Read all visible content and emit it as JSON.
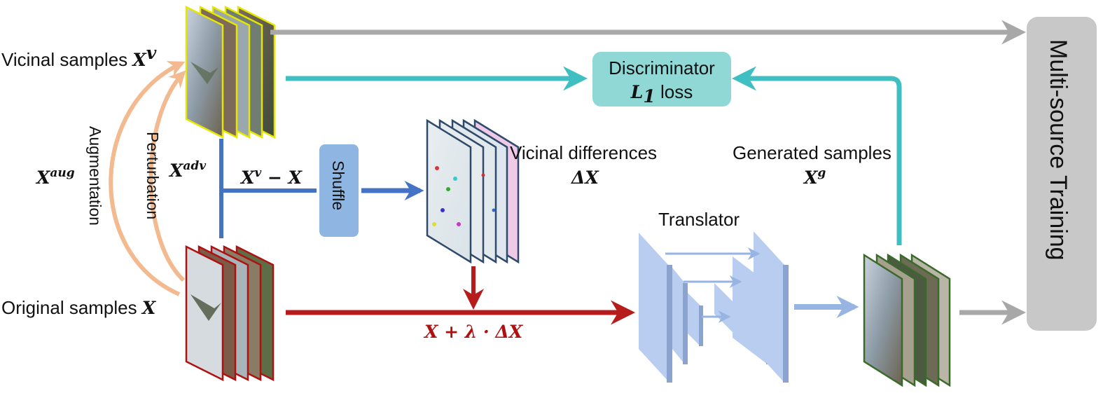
{
  "labels": {
    "vicinal_samples": "Vicinal samples ",
    "vicinal_samples_sym": "X",
    "vicinal_samples_sup": "v",
    "original_samples": "Original samples ",
    "original_samples_sym": "X",
    "augmentation": "Augmentation",
    "perturbation": "Perturbation",
    "x_aug_sym": "X",
    "x_aug_sup": "aug",
    "x_adv_sym": "X",
    "x_adv_sup": "adv",
    "diff_expr_a": "X",
    "diff_expr_sup": "v",
    "diff_expr_b": " − X",
    "shuffle": "Shuffle",
    "vicinal_differences": "Vicinal differences",
    "delta_x": "ΔX",
    "mix_expr": "X + λ · ΔX",
    "discriminator": "Discriminator",
    "l1_sym": "L",
    "l1_sub": "1",
    "l1_word": " loss",
    "generated_samples": "Generated samples",
    "generated_sym": "X",
    "generated_sup": "g",
    "translator": "Translator",
    "multi_source_training": "Multi-source Training"
  },
  "colors": {
    "gray_arrow": "#a8a8a8",
    "teal_arrow": "#3fbfc2",
    "blue_arrow": "#4472c4",
    "red_arrow": "#b71c1c",
    "light_blue_arrow": "#97b4e2",
    "orange_arc": "#f3b98f",
    "discriminator_fill": "#8fd8d6",
    "shuffle_fill": "#8fb5e2",
    "translator_fill": "#b9cdf0",
    "multi_source_fill": "#c8c8c8",
    "vicinal_border": "#e6e600",
    "original_border": "#b01010",
    "generated_border": "#3a6a2a",
    "delta_border": "#2f4a6a"
  }
}
